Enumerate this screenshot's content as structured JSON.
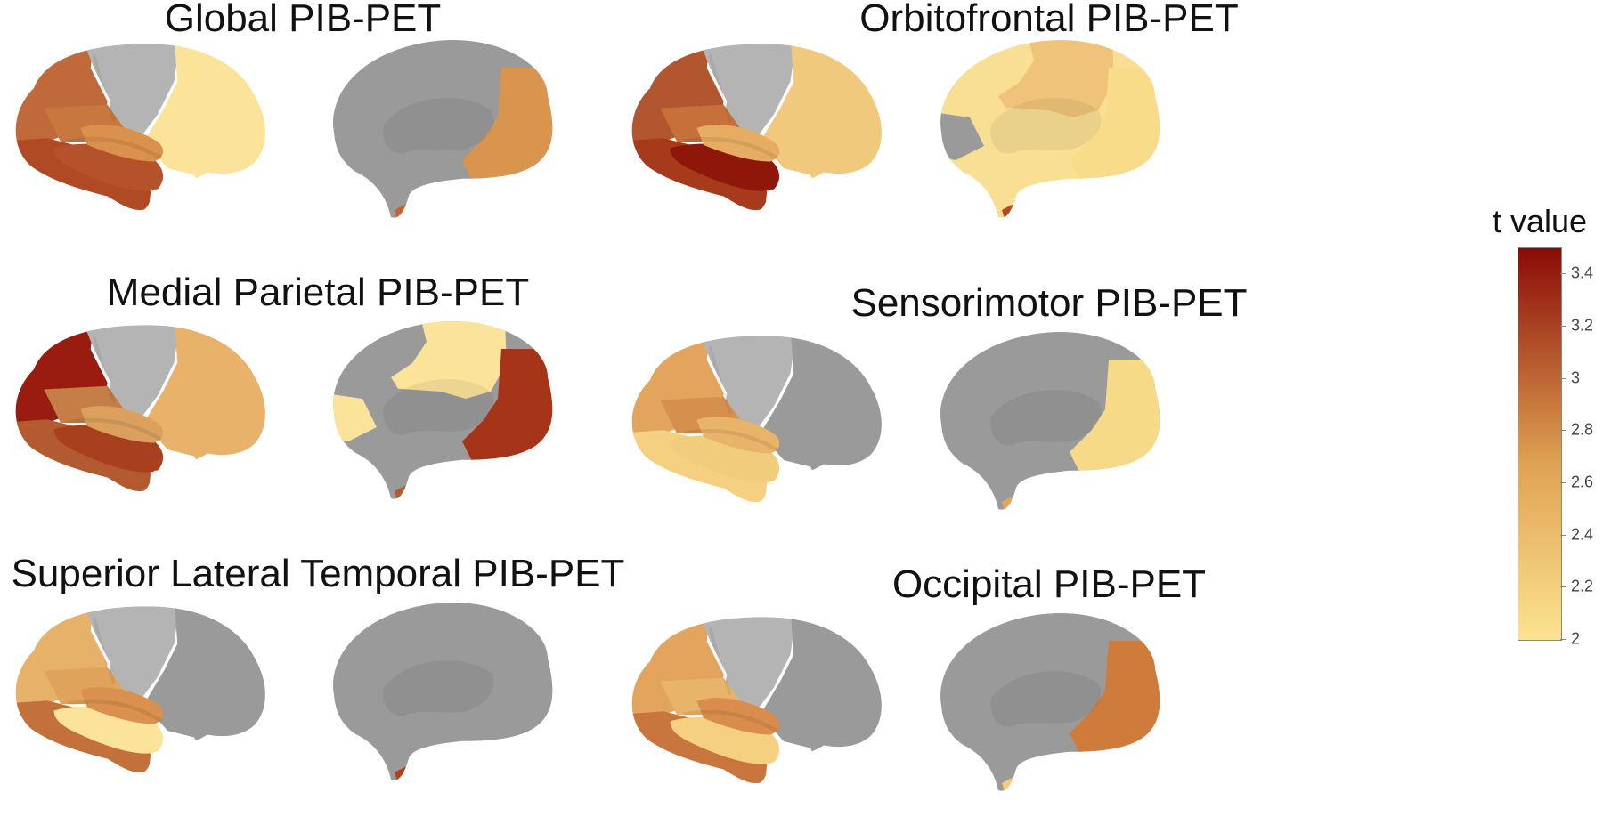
{
  "colors": {
    "gray": "#9a9a9a",
    "light_gray": "#b4b4b4",
    "scale_low": "#fbe38f",
    "scale_mid": "#e0a253",
    "scale_high": "#8a0b06"
  },
  "panels": [
    {
      "title": "Global PIB-PET",
      "lateral": {
        "frontal": "#c0693a",
        "temporal": "#b5522c",
        "motor": "#c8783f",
        "parietal": "#b4b4b4",
        "occipital": "#fbe39a",
        "insula": "#d9914d",
        "inferior": "#b04a25"
      },
      "medial": {
        "base": "#9a9a9a",
        "precuneus": "#9a9a9a",
        "occipital": "#d9944e",
        "cingulate": "#9a9a9a",
        "orbital": "#c5622e"
      }
    },
    {
      "title": "Orbitofrontal PIB-PET",
      "lateral": {
        "frontal": "#b25630",
        "temporal": "#8f1709",
        "motor": "#c7703a",
        "parietal": "#b4b4b4",
        "occipital": "#f1c97c",
        "insula": "#e6ad62",
        "inferior": "#a73a1a"
      },
      "medial": {
        "base": "#f8df94",
        "precuneus": "#efc47a",
        "occipital": "#f9dc8a",
        "cingulate": "#9a9a9a",
        "orbital": "#b6471f"
      }
    },
    {
      "title": "Medial Parietal PIB-PET",
      "lateral": {
        "frontal": "#9a1c10",
        "temporal": "#a83f1e",
        "motor": "#c57e46",
        "parietal": "#b4b4b4",
        "occipital": "#e8b26a",
        "insula": "#dba05d",
        "inferior": "#b45a30"
      },
      "medial": {
        "base": "#9a9a9a",
        "precuneus": "#fbe39a",
        "occipital": "#a63418",
        "cingulate": "#fbe39a",
        "orbital": "#b85a2c"
      }
    },
    {
      "title": "Sensorimotor PIB-PET",
      "lateral": {
        "frontal": "#e3a55d",
        "temporal": "#f2cc7d",
        "motor": "#d6904e",
        "parietal": "#b4b4b4",
        "occipital": "#9a9a9a",
        "insula": "#e8b46a",
        "inferior": "#f4d080"
      },
      "medial": {
        "base": "#9a9a9a",
        "precuneus": "#9a9a9a",
        "occipital": "#f7da87",
        "cingulate": "#9a9a9a",
        "orbital": "#e3a55d"
      }
    },
    {
      "title": "Superior Lateral Temporal PIB-PET",
      "lateral": {
        "frontal": "#e6b26a",
        "temporal": "#fbe39a",
        "motor": "#e0a35b",
        "parietal": "#b4b4b4",
        "occipital": "#9a9a9a",
        "insula": "#d9914d",
        "inferior": "#c4703a"
      },
      "medial": {
        "base": "#9a9a9a",
        "precuneus": "#9a9a9a",
        "occipital": "#9a9a9a",
        "cingulate": "#9a9a9a",
        "orbital": "#b3401c"
      }
    },
    {
      "title": "Occipital PIB-PET",
      "lateral": {
        "frontal": "#e3a55d",
        "temporal": "#f4d080",
        "motor": "#e8b46a",
        "parietal": "#b4b4b4",
        "occipital": "#9a9a9a",
        "insula": "#d98d4c",
        "inferior": "#c9763e"
      },
      "medial": {
        "base": "#9a9a9a",
        "precuneus": "#9a9a9a",
        "occipital": "#cf7b3c",
        "cingulate": "#9a9a9a",
        "orbital": "#f3cc7d"
      }
    }
  ],
  "colorbar": {
    "title": "t value",
    "min": 2.0,
    "max": 3.5,
    "ticks": [
      "3.4",
      "3.2",
      "3",
      "2.8",
      "2.6",
      "2.4",
      "2.2",
      "2"
    ],
    "tick_values": [
      3.4,
      3.2,
      3.0,
      2.8,
      2.6,
      2.4,
      2.2,
      2.0
    ]
  }
}
